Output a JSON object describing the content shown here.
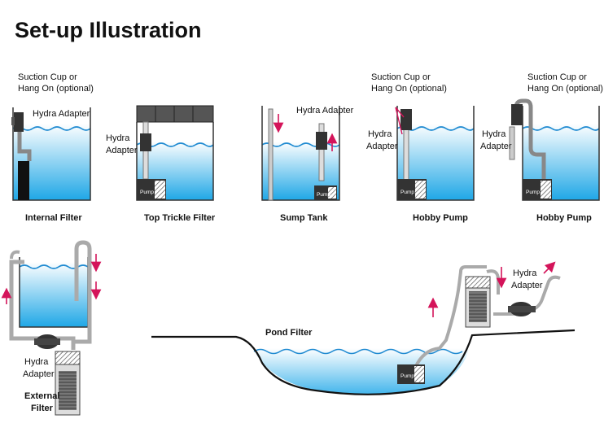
{
  "title": "Set-up Illustration",
  "colors": {
    "water_top": "#ffffff",
    "water_bottom": "#1fa7e6",
    "wave": "#1f8ad1",
    "arrow": "#d4145a",
    "tank_line": "#333333",
    "pipe_fill": "#d9d9d9"
  },
  "panels": {
    "internal": {
      "caption": "Internal Filter",
      "label_suction_1": "Suction Cup or",
      "label_suction_2": "Hang On (optional)",
      "label_adapter": "Hydra Adapter"
    },
    "trickle": {
      "caption": "Top Trickle Filter",
      "label_adapter_1": "Hydra",
      "label_adapter_2": "Adapter",
      "pump": "Pump"
    },
    "sump": {
      "caption": "Sump Tank",
      "label_adapter": "Hydra Adapter",
      "pump": "Pump"
    },
    "hobby1": {
      "caption": "Hobby Pump",
      "label_suction_1": "Suction Cup or",
      "label_suction_2": "Hang On (optional)",
      "label_adapter_1": "Hydra",
      "label_adapter_2": "Adapter",
      "pump": "Pump"
    },
    "hobby2": {
      "caption": "Hobby Pump",
      "label_suction_1": "Suction Cup or",
      "label_suction_2": "Hang On (optional)",
      "label_adapter_1": "Hydra",
      "label_adapter_2": "Adapter",
      "pump": "Pump"
    },
    "external": {
      "caption_1": "External",
      "caption_2": "Filter",
      "label_adapter_1": "Hydra",
      "label_adapter_2": "Adapter"
    },
    "pond": {
      "caption": "Pond Filter",
      "label_adapter_1": "Hydra",
      "label_adapter_2": "Adapter",
      "pump": "Pump"
    }
  }
}
